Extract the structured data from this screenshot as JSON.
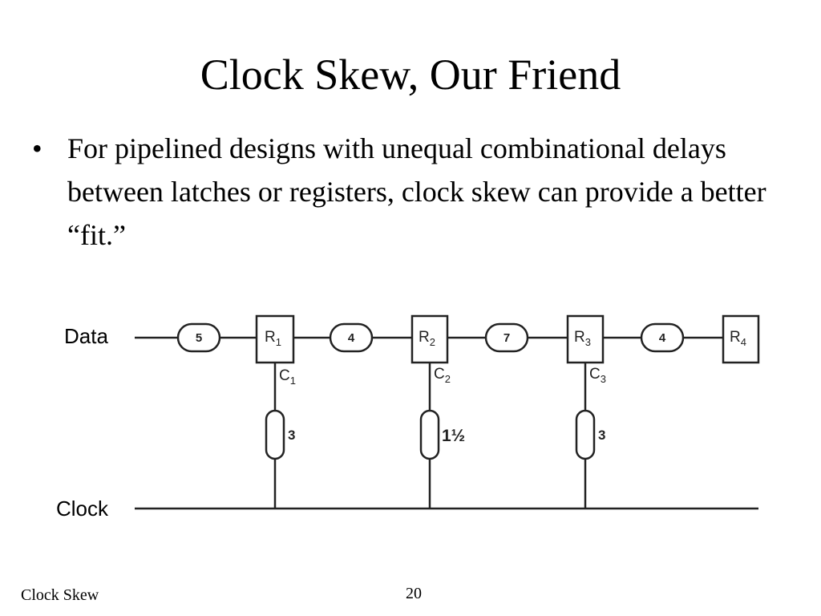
{
  "slide": {
    "title": "Clock Skew, Our Friend",
    "bullet_symbol": "•",
    "bullet_text": "For pipelined designs with unequal combinational delays between latches or registers, clock skew can provide a better “fit.”",
    "footer_left": "Clock Skew",
    "page_number": "20"
  },
  "diagram": {
    "data_label": "Data",
    "clock_label": "Clock",
    "combinational_delays": [
      "5",
      "4",
      "7",
      "4"
    ],
    "registers": [
      {
        "base": "R",
        "sub": "1"
      },
      {
        "base": "R",
        "sub": "2"
      },
      {
        "base": "R",
        "sub": "3"
      },
      {
        "base": "R",
        "sub": "4"
      }
    ],
    "clock_nodes": [
      {
        "base": "C",
        "sub": "1"
      },
      {
        "base": "C",
        "sub": "2"
      },
      {
        "base": "C",
        "sub": "3"
      }
    ],
    "clock_delays": [
      "3",
      "1½",
      "3"
    ]
  }
}
